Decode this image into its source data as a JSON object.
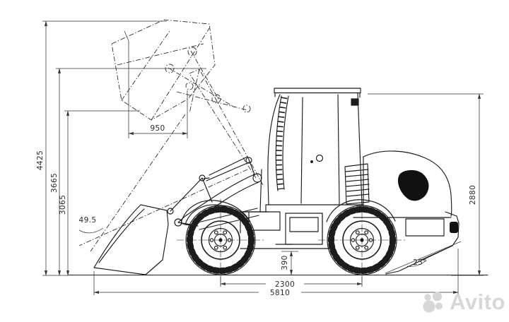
{
  "diagram": {
    "type": "engineering-line-drawing",
    "subject": "wheel loader side view with overall dimensions",
    "units": "mm",
    "labels": {
      "max_height": "4425",
      "hinge_pin_height": "3665",
      "dump_clearance": "3065",
      "dump_reach": "950",
      "dump_angle": "49.5",
      "ground_clearance": "390",
      "wheelbase": "2300",
      "overall_length": "5810",
      "cab_height": "2880",
      "departure_angle": "25°"
    }
  },
  "watermark": {
    "text": "Avito"
  },
  "colors": {
    "background": "#ffffff",
    "drawing_line": "#1c1c1c",
    "dimension_line": "#333333",
    "watermark": "#d7d7d7"
  }
}
